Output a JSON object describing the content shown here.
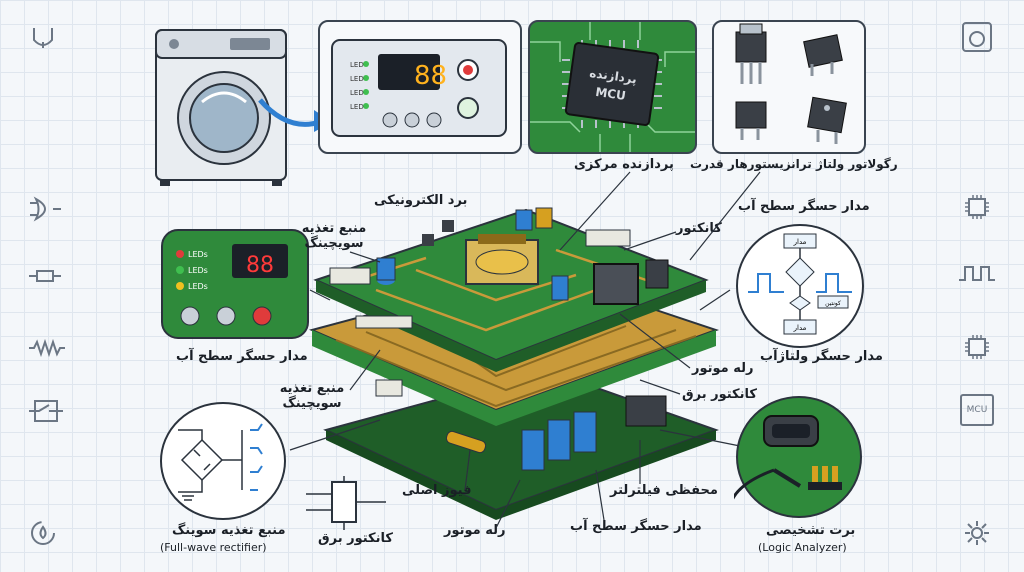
{
  "labels": {
    "cpu": "پردازنده مرکزی",
    "power_parts": "رگولاتور ولتاژ  ترانزیستورهار قدرت",
    "board": "برد الکترونیکی",
    "psu_top": "منبع تغذیه سویچینگ",
    "connector_top": "کانکتور",
    "level_sensor_top": "مدار حسگر سطح آب",
    "level_sensor_left": "مدار حسگر سطح آب",
    "voltage_sensor": "مدار حسگر ولتاژآب",
    "psu_mid": "منبع تغذیه سویچینگ",
    "motor_relay_right": "رله موتور",
    "power_connector_right": "کانکتور برق",
    "main_fuse": "فیوز اصلی",
    "filter_protector": "محفظی فیلترلتر",
    "motor_relay_bottom": "رله موتور",
    "level_sensor_bottom": "مدار حسگر سطح آب",
    "psu_bottom": "منبع تغذیه سوینگ",
    "rectifier_note": "(Full-wave rectifier)",
    "power_connector_bottom": "کانکتور برق",
    "diag_port": "برت تشخیصی",
    "logic_note": "(Logic Analyzer)"
  },
  "chip_text": {
    "line1": "پردازنده",
    "line2": "MCU"
  },
  "control_panel": {
    "led_labels": [
      "LED",
      "LED",
      "LED",
      "LED"
    ],
    "display": "88"
  },
  "led_panel": {
    "led_labels": [
      "LEDs",
      "LEDs",
      "LEDs"
    ],
    "display": "88"
  },
  "flowchart": {
    "node_top": "مدار",
    "node_mid": "کونتین",
    "node_bottom": "مدار"
  },
  "sidebar_icons_left": [
    "sink-icon",
    "logic-gate-icon",
    "resistor-icon",
    "inductor-icon",
    "switch-icon",
    "water-drop-icon"
  ],
  "sidebar_icons_right": [
    "washer-drum-icon",
    "chip-icon",
    "pulse-icon",
    "chip-icon",
    "mcu-chip-icon",
    "gear-icon"
  ],
  "sidebar_right_mcu": "MCU",
  "colors": {
    "pcb_green": "#2f8a3b",
    "pcb_dark": "#1f5e28",
    "trace_gold": "#c99a3a",
    "accent_blue": "#2f7fd1",
    "outline": "#2b333d"
  }
}
